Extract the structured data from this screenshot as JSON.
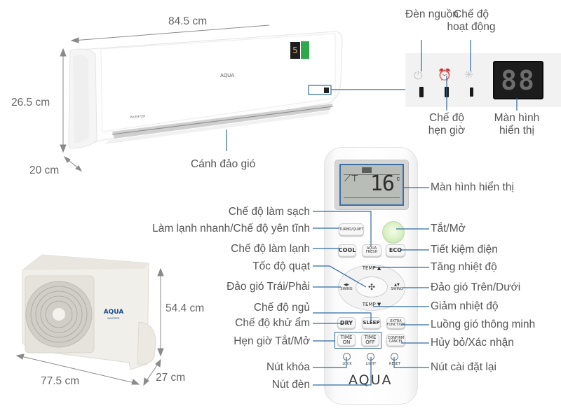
{
  "indoor_unit": {
    "width_label": "84.5 cm",
    "height_label": "26.5 cm",
    "depth_label": "20 cm",
    "brand": "AQUA",
    "series": "INVERTER",
    "energy_rating": "5",
    "louver_label": "Cánh đảo gió"
  },
  "control_panel": {
    "power_light_label": "Đèn nguồn",
    "operation_mode_label": "Chế độ hoạt động",
    "timer_mode_label": "Chế độ hẹn giờ",
    "display_label": "Màn hình hiển thị",
    "display_digits": "88"
  },
  "outdoor_unit": {
    "width_label": "77.5 cm",
    "height_label": "54.4 cm",
    "depth_label": "27 cm",
    "brand": "AQUA",
    "series": "INVERTER"
  },
  "remote": {
    "lcd": {
      "temperature": "16",
      "unit": "c"
    },
    "buttons": {
      "turbo_quiet": "TURBO/QUIET",
      "cool": "COOL",
      "aqua_fresh": "AQUA FRESH",
      "eco": "ECO",
      "temp_up": "TEMP ▲",
      "temp_down": "TEMP ▼",
      "swing_lr": "SWING",
      "swing_ud": "SWING",
      "dry": "DRY",
      "sleep": "SLEEP",
      "extra_function": "EXTRA FUNCTION",
      "time_on": "TIME ON",
      "time_off": "TIME OFF",
      "confirm_cancel": "CONFIRM CANCEL",
      "lock": "LOCK",
      "light": "LIGHT",
      "reset": "RESET"
    },
    "brand": "AQUA",
    "left_labels": {
      "clean_mode": "Chế độ làm sạch",
      "turbo_quiet": "Làm lạnh nhanh/Chế độ yên tĩnh",
      "cool_mode": "Chế độ làm lạnh",
      "fan_speed": "Tốc độ quạt",
      "swing_lr": "Đảo gió Trái/Phải",
      "sleep_mode": "Chế độ ngủ",
      "dry_mode": "Chế độ khử ẩm",
      "timer": "Hẹn giờ Tắt/Mở",
      "lock": "Nút khóa",
      "light": "Nút đèn"
    },
    "right_labels": {
      "display": "Màn hình hiển thị",
      "power": "Tắt/Mở",
      "eco": "Tiết kiệm điện",
      "temp_up": "Tăng nhiệt độ",
      "swing_ud": "Đảo gió Trên/Dưới",
      "temp_down": "Giảm nhiệt độ",
      "smart_airflow": "Luồng gió thông minh",
      "confirm_cancel": "Hủy bỏ/Xác nhận",
      "reset": "Nút cài đặt lại"
    }
  },
  "colors": {
    "leader_line": "#2f6aa3",
    "label_text": "#555555",
    "dimension_arrow": "#8a8a8a"
  }
}
